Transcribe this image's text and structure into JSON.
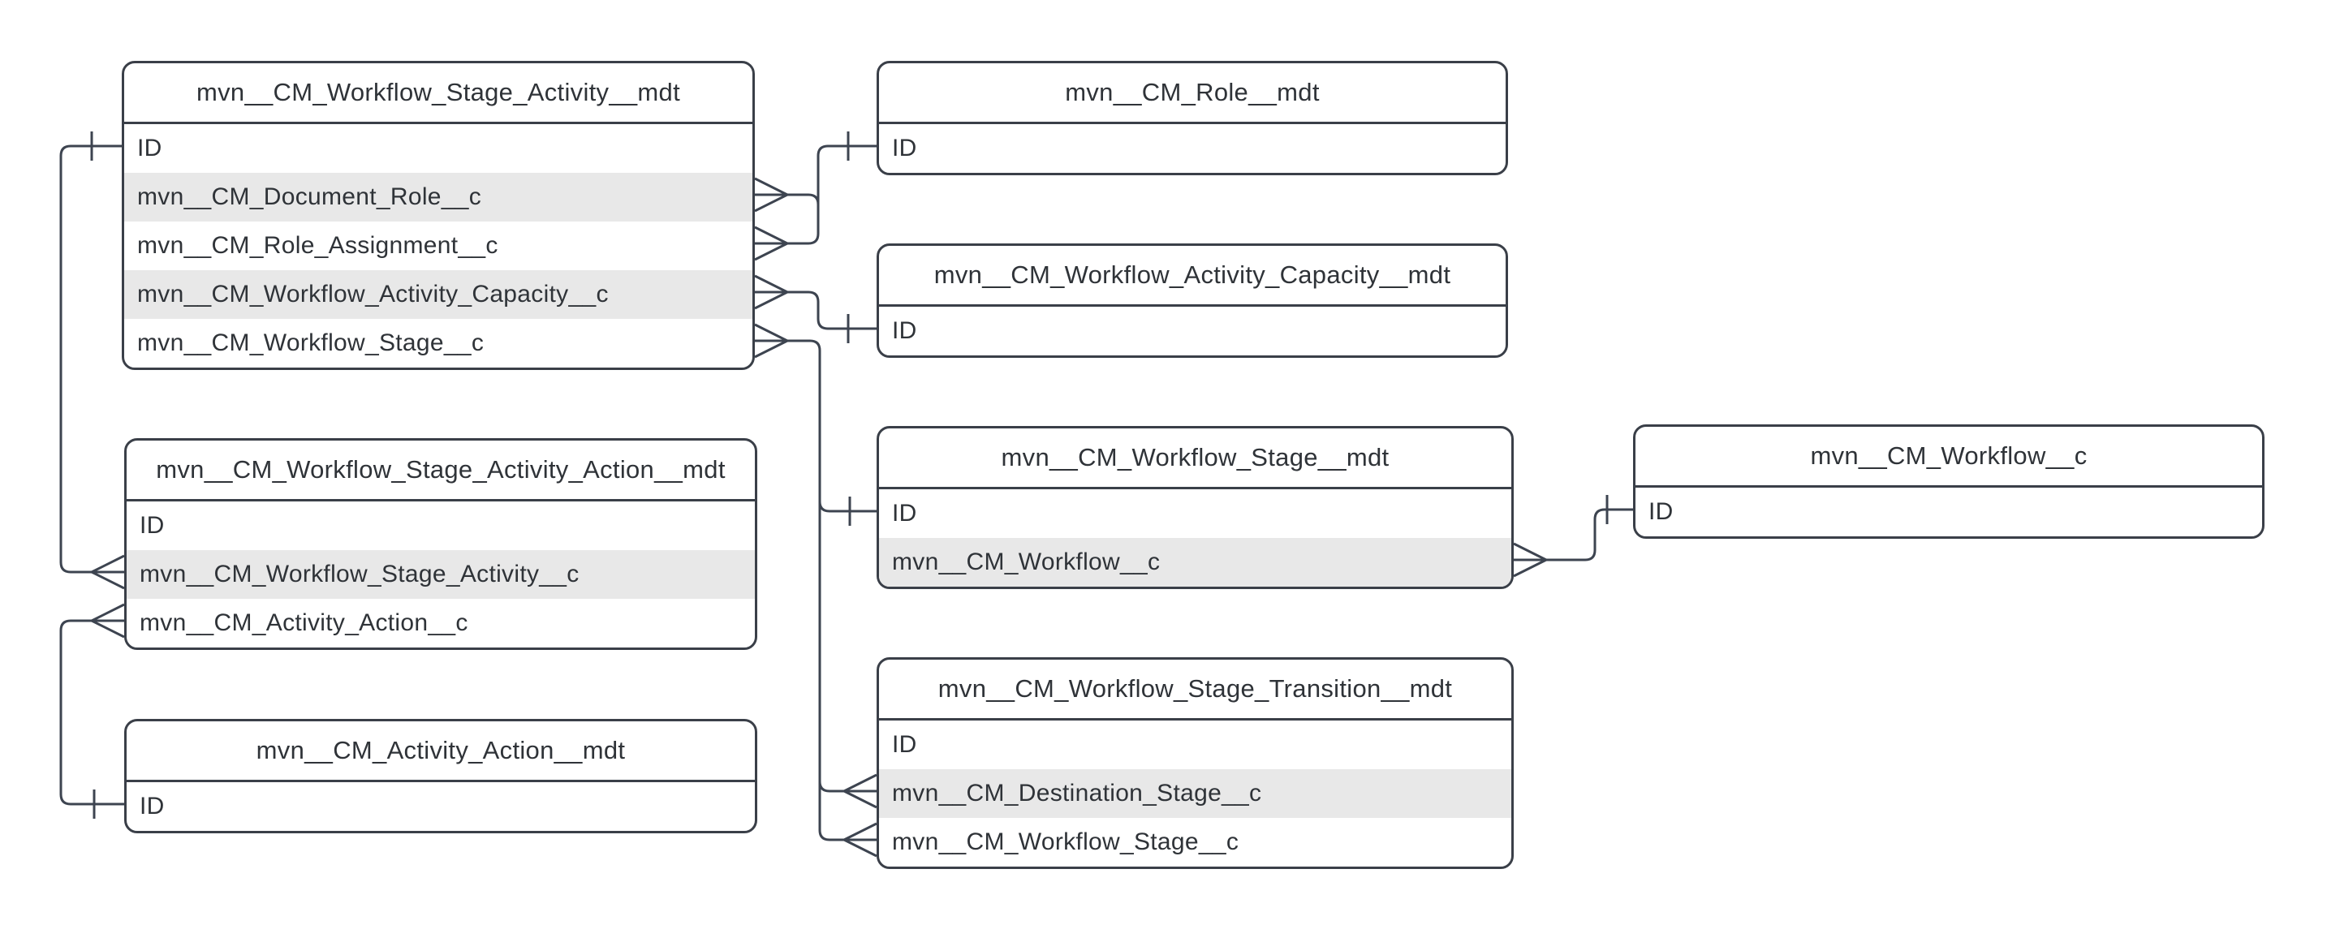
{
  "canvas": {
    "background": "#ffffff",
    "colors": {
      "line": "#3d4450",
      "border": "#3a3f48",
      "shade": "#e8e8e8",
      "text": "#2f3338",
      "bg": "#ffffff"
    }
  },
  "entities": {
    "wsa": {
      "title": "mvn__CM_Workflow_Stage_Activity__mdt",
      "fields": [
        "ID",
        "mvn__CM_Document_Role__c",
        "mvn__CM_Role_Assignment__c",
        "mvn__CM_Workflow_Activity_Capacity__c",
        "mvn__CM_Workflow_Stage__c"
      ]
    },
    "role": {
      "title": "mvn__CM_Role__mdt",
      "fields": [
        "ID"
      ]
    },
    "wac": {
      "title": "mvn__CM_Workflow_Activity_Capacity__mdt",
      "fields": [
        "ID"
      ]
    },
    "ws": {
      "title": "mvn__CM_Workflow_Stage__mdt",
      "fields": [
        "ID",
        "mvn__CM_Workflow__c"
      ]
    },
    "wf": {
      "title": "mvn__CM_Workflow__c",
      "fields": [
        "ID"
      ]
    },
    "wst": {
      "title": "mvn__CM_Workflow_Stage_Transition__mdt",
      "fields": [
        "ID",
        "mvn__CM_Destination_Stage__c",
        "mvn__CM_Workflow_Stage__c"
      ]
    },
    "wsaa": {
      "title": "mvn__CM_Workflow_Stage_Activity_Action__mdt",
      "fields": [
        "ID",
        "mvn__CM_Workflow_Stage_Activity__c",
        "mvn__CM_Activity_Action__c"
      ]
    },
    "aa": {
      "title": "mvn__CM_Activity_Action__mdt",
      "fields": [
        "ID"
      ]
    }
  },
  "relationships": [
    {
      "one": "mvn__CM_Role__mdt.ID",
      "many": "mvn__CM_Workflow_Stage_Activity__mdt.mvn__CM_Document_Role__c",
      "notation": "crow-foot"
    },
    {
      "one": "mvn__CM_Role__mdt.ID",
      "many": "mvn__CM_Workflow_Stage_Activity__mdt.mvn__CM_Role_Assignment__c",
      "notation": "crow-foot"
    },
    {
      "one": "mvn__CM_Workflow_Activity_Capacity__mdt.ID",
      "many": "mvn__CM_Workflow_Stage_Activity__mdt.mvn__CM_Workflow_Activity_Capacity__c",
      "notation": "crow-foot"
    },
    {
      "one": "mvn__CM_Workflow_Stage__mdt.ID",
      "many": "mvn__CM_Workflow_Stage_Activity__mdt.mvn__CM_Workflow_Stage__c",
      "notation": "crow-foot"
    },
    {
      "one": "mvn__CM_Workflow_Stage__mdt.ID",
      "many": "mvn__CM_Workflow_Stage_Transition__mdt.mvn__CM_Destination_Stage__c",
      "notation": "crow-foot"
    },
    {
      "one": "mvn__CM_Workflow_Stage__mdt.ID",
      "many": "mvn__CM_Workflow_Stage_Transition__mdt.mvn__CM_Workflow_Stage__c",
      "notation": "crow-foot"
    },
    {
      "one": "mvn__CM_Workflow__c.ID",
      "many": "mvn__CM_Workflow_Stage__mdt.mvn__CM_Workflow__c",
      "notation": "crow-foot"
    },
    {
      "one": "mvn__CM_Workflow_Stage_Activity__mdt.ID",
      "many": "mvn__CM_Workflow_Stage_Activity_Action__mdt.mvn__CM_Workflow_Stage_Activity__c",
      "notation": "crow-foot"
    },
    {
      "one": "mvn__CM_Activity_Action__mdt.ID",
      "many": "mvn__CM_Workflow_Stage_Activity_Action__mdt.mvn__CM_Activity_Action__c",
      "notation": "crow-foot"
    }
  ]
}
